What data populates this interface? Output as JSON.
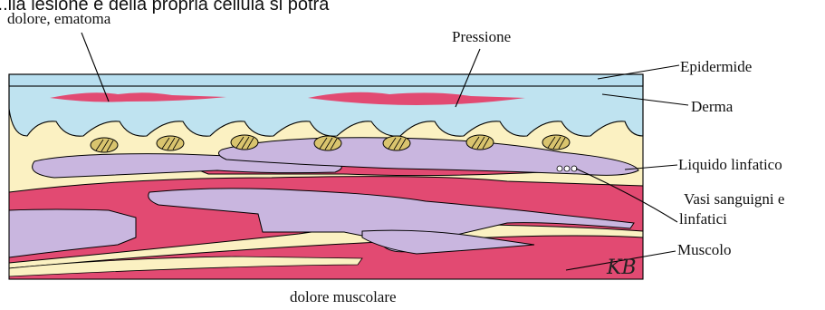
{
  "caption_cut": "...lla lesione e della propria cellula si potrà",
  "labels": {
    "top_left": "dolore, ematoma",
    "top_center": "Pressione",
    "bottom": "dolore muscolare",
    "epidermide": "Epidermide",
    "derma": "Derma",
    "liquido": "Liquido linfatico",
    "vasi_1": "Vasi sanguigni e",
    "vasi_2": "linfatici",
    "muscolo": "Muscolo"
  },
  "signature": "KB",
  "colors": {
    "epidermis": "#b8dff0",
    "dermis": "#bfe3f0",
    "tissue": "#fbf1c2",
    "blood": "#e24a72",
    "lymph": "#c9b6df",
    "outline": "#000000"
  }
}
